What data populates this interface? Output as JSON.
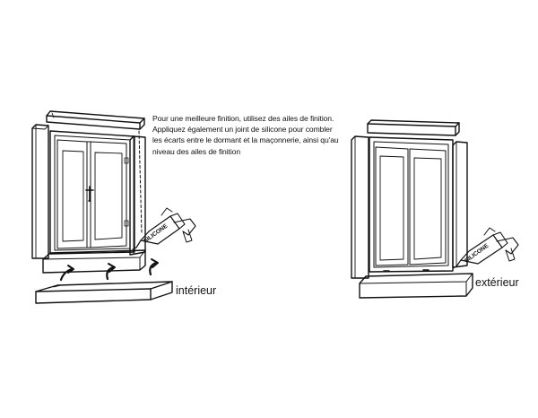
{
  "caption": {
    "lines": [
      "Pour une meilleure finition, utilisez des ailes de finition.",
      "Appliquez également un joint de silicone pour combler",
      "les écarts entre le dormant et la maçonnerie, ainsi qu'au",
      "niveau des ailes de finition"
    ]
  },
  "labels": {
    "interior": "intérieur",
    "exterior": "extérieur",
    "silicone": "SILICONE"
  },
  "colors": {
    "ink": "#111111",
    "paper": "#ffffff"
  }
}
